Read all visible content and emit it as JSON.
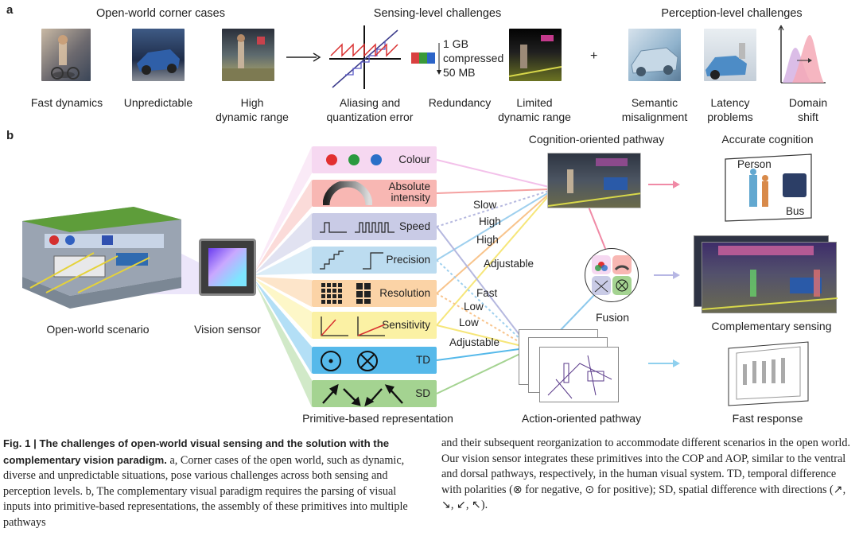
{
  "panel_a": {
    "letter": "a",
    "heading_open_world": "Open-world corner cases",
    "heading_sensing": "Sensing-level challenges",
    "heading_perception": "Perception-level challenges",
    "items": {
      "fast": "Fast dynamics",
      "unpredictable": "Unpredictable",
      "hdr": "High\ndynamic range",
      "aliasing": "Aliasing and\nquantization error",
      "redundancy": "Redundancy",
      "limited": "Limited\ndynamic range",
      "semantic": "Semantic\nmisalignment",
      "latency": "Latency\nproblems",
      "domain": "Domain\nshift"
    },
    "redundancy_text": "1 GB\ncompressed\n50 MB",
    "plus": "+"
  },
  "panel_b": {
    "letter": "b",
    "open_world_scenario": "Open-world scenario",
    "vision_sensor": "Vision sensor",
    "primitive_caption": "Primitive-based representation",
    "primitives": {
      "colour": "Colour",
      "absolute": "Absolute\nintensity",
      "speed": "Speed",
      "precision": "Precision",
      "resolution": "Resolution",
      "sensitivity": "Sensitivity",
      "td": "TD",
      "sd": "SD"
    },
    "pathway_labels": {
      "slow": "Slow",
      "high1": "High",
      "high2": "High",
      "adjustable1": "Adjustable",
      "fast": "Fast",
      "low1": "Low",
      "low2": "Low",
      "adjustable2": "Adjustable"
    },
    "cop": "Cognition-oriented pathway",
    "aop": "Action-oriented pathway",
    "fusion": "Fusion",
    "accurate": "Accurate cognition",
    "complementary": "Complementary sensing",
    "fast_response": "Fast response",
    "person": "Person",
    "bus": "Bus"
  },
  "caption": {
    "fig": "Fig. 1 | The challenges of open-world visual sensing and the solution with the complementary vision paradigm.",
    "left_rest": " a, Corner cases of the open world, such as dynamic, diverse and unpredictable situations, pose various challenges across both sensing and perception levels. b, The complementary visual paradigm requires the parsing of visual inputs into primitive-based representations, the assembly of these primitives into multiple pathways",
    "right": "and their subsequent reorganization to accommodate different scenarios in the open world. Our vision sensor integrates these primitives into the COP and AOP, similar to the ventral and dorsal pathways, respectively, in the human visual system. TD, temporal difference with polarities (⊗ for negative, ⊙ for positive); SD, spatial difference with directions (↗, ↘, ↙, ↖)."
  },
  "colors": {
    "colour": "#f6d8f1",
    "absolute": "#f8b7b3",
    "speed": "#c9cbe6",
    "precision": "#bcdcf0",
    "resolution": "#fbd3a6",
    "sensitivity": "#fbf1a4",
    "td": "#56b9ea",
    "sd": "#a4d391"
  }
}
